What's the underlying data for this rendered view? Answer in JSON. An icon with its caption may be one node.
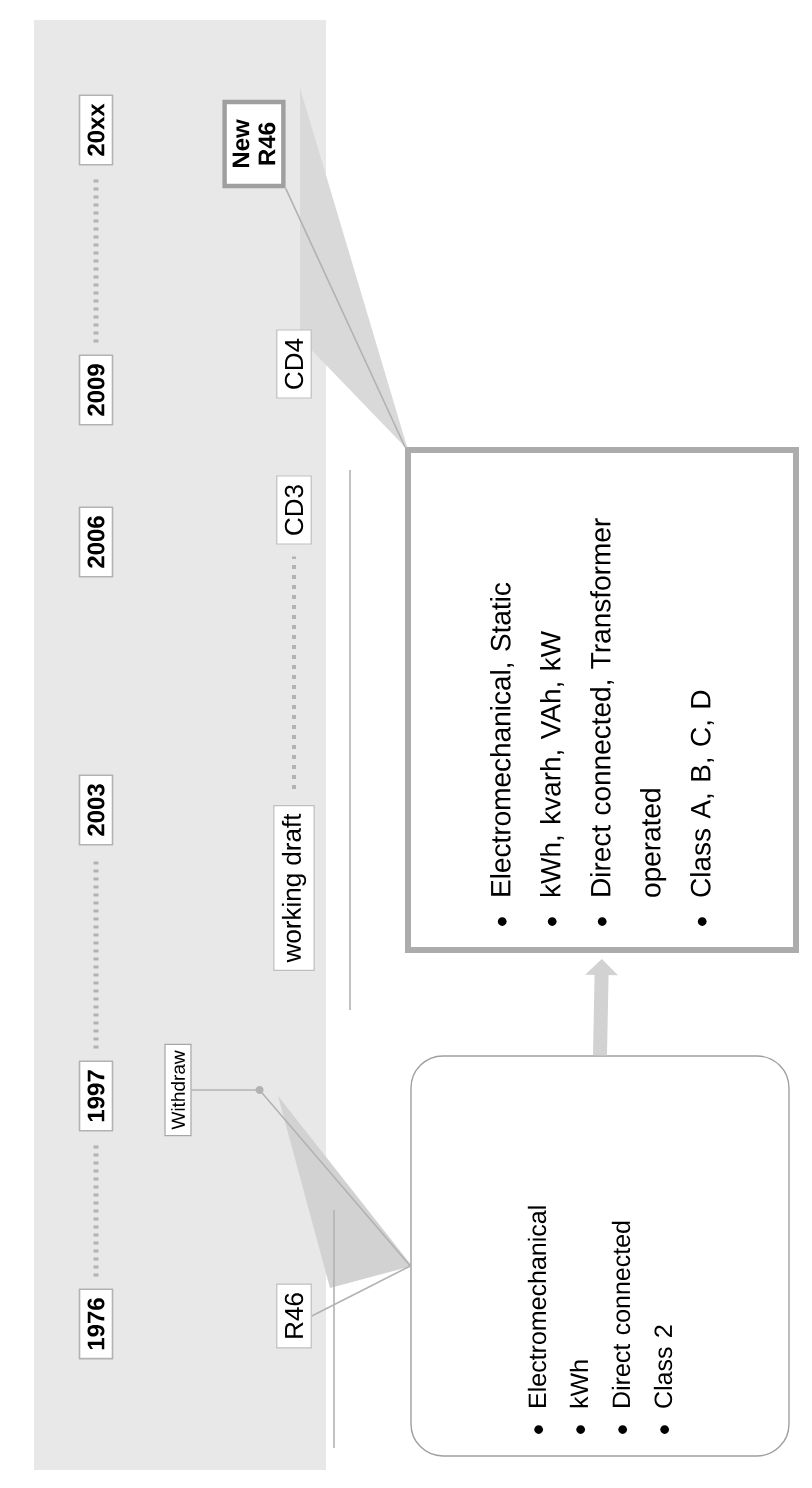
{
  "diagram": {
    "nodes": [
      {
        "text": [
          "1976"
        ]
      },
      {
        "text": [
          "1997"
        ]
      },
      {
        "text": [
          "2003"
        ]
      },
      {
        "text": [
          "2006"
        ]
      },
      {
        "text": [
          "2009"
        ]
      },
      {
        "text": [
          "20xx"
        ]
      },
      {
        "text": [
          "Withdraw"
        ]
      },
      {
        "text": [
          "R46"
        ]
      },
      {
        "text": [
          "working draft"
        ]
      },
      {
        "text": [
          "CD3"
        ]
      },
      {
        "text": [
          "CD4"
        ]
      },
      {
        "text": [
          "New R46"
        ]
      },
      {
        "text": [
          "Electromechanical",
          "kWh",
          "Direct connected",
          "Class 2"
        ]
      },
      {
        "text": [
          "Electromechanical, Static",
          "kWh, kvarh, VAh, kW",
          "Direct connected, Transformer operated",
          "Class A, B, C, D"
        ]
      }
    ],
    "edges": [
      {
        "from": 0,
        "to": 1,
        "arrow": "none",
        "style": "dashed"
      },
      {
        "from": 1,
        "to": 2,
        "arrow": "none",
        "style": "dashed"
      },
      {
        "from": 4,
        "to": 5,
        "arrow": "none",
        "style": "dashed"
      },
      {
        "from": 8,
        "to": 9,
        "arrow": "none",
        "style": "dashed"
      },
      {
        "from": 6,
        "to": 12,
        "arrow": "none"
      },
      {
        "from": 7,
        "to": 12,
        "arrow": "none"
      },
      {
        "from": 11,
        "to": 13,
        "arrow": "none"
      },
      {
        "from": 12,
        "to": 13,
        "arrow": "to",
        "style": "thick"
      }
    ]
  }
}
